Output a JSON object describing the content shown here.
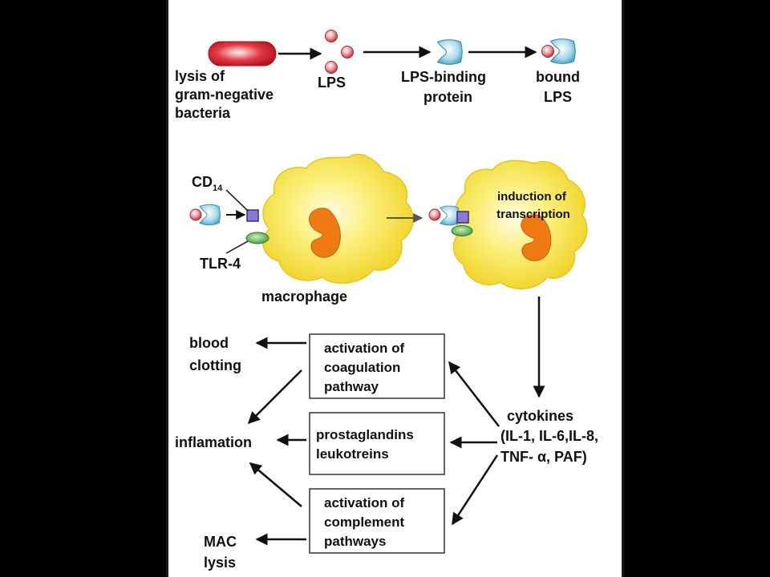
{
  "labels": {
    "lysis": [
      "lysis of",
      "gram-negative",
      "bacteria"
    ],
    "lps": "LPS",
    "lps_binding": [
      "LPS-binding",
      "protein"
    ],
    "bound_lps": [
      "bound",
      "LPS"
    ],
    "cd14": "CD",
    "cd14_sub": "14",
    "tlr4": "TLR-4",
    "macrophage": "macrophage",
    "induction": [
      "induction of",
      "transcription"
    ],
    "blood_clotting": [
      "blood",
      "clotting"
    ],
    "inflamation": "inflamation",
    "mac_lysis": [
      "MAC",
      "lysis"
    ],
    "coagulation_box": [
      "activation of",
      "coagulation",
      "pathway"
    ],
    "prostaglandins_box": [
      "prostaglandins",
      "leukotreins"
    ],
    "complement_box": [
      "activation of",
      "complement",
      "pathways"
    ],
    "cytokines": [
      "cytokines",
      "(IL-1, IL-6,IL-8,",
      "TNF- α, PAF)"
    ]
  },
  "colors": {
    "bacterium": "#d9212b",
    "lps_ball": "#d94a55",
    "binding_protein": "#7cc4dc",
    "macrophage": "#f6e03a",
    "nucleus": "#ef7a12",
    "cd14": "#8a78d6",
    "tlr4": "#4fae48"
  }
}
